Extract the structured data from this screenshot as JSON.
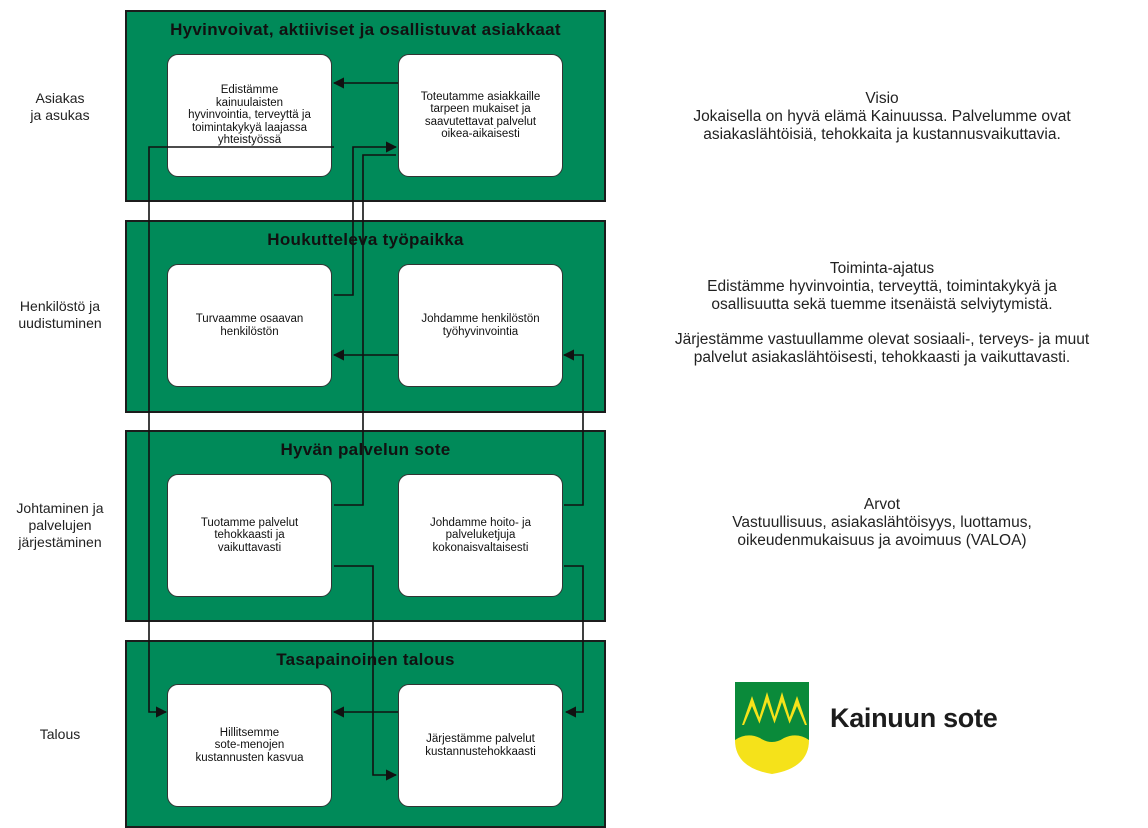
{
  "bands": [
    {
      "title": "Hyvinvoivat, aktiiviset ja osallistuvat asiakkaat",
      "left_box": "Edistämme\nkainuulaisten\nhyvinvointia, terveyttä ja\ntoimintakykyä laajassa\nyhteistyössä",
      "right_box": "Toteutamme asiakkaille\ntarpeen mukaiset ja\nsaavutettavat palvelut\noikea-aikaisesti"
    },
    {
      "title": "Houkutteleva työpaikka",
      "left_box": "Turvaamme osaavan\nhenkilöstön",
      "right_box": "Johdamme henkilöstön\ntyöhyvinvointia"
    },
    {
      "title": "Hyvän palvelun sote",
      "left_box": "Tuotamme palvelut\ntehokkaasti ja\nvaikuttavasti",
      "right_box": "Johdamme hoito- ja\npalveluketjuja\nkokonaisvaltaisesti"
    },
    {
      "title": "Tasapainoinen talous",
      "left_box": "Hillitsemme\nsote-menojen\nkustannusten kasvua",
      "right_box": "Järjestämme palvelut\nkustannustehokkaasti"
    }
  ],
  "side_labels": [
    "Asiakas\nja asukas",
    "Henkilöstö ja\nuudistuminen",
    "Johtaminen ja\npalvelujen\njärjestäminen",
    "Talous"
  ],
  "visio": {
    "heading": "Visio",
    "text": "Jokaisella on hyvä elämä Kainuussa. Palvelumme ovat\nasiakaslähtöisiä, tehokkaita ja kustannusvaikuttavia."
  },
  "toiminta_ajatus": {
    "heading": "Toiminta-ajatus",
    "text": "Edistämme hyvinvointia, terveyttä, toimintakykyä ja\nosallisuutta sekä tuemme itsenäistä selviytymistä.",
    "text2": "Järjestämme vastuullamme olevat sosiaali-, terveys- ja muut\npalvelut asiakaslähtöisesti, tehokkaasti ja vaikuttavasti."
  },
  "arvot": {
    "heading": "Arvot",
    "text": "Vastuullisuus, asiakaslähtöisyys, luottamus,\noikeudenmukaisuus ja avoimuus (VALOA)"
  },
  "logo": {
    "text": "Kainuun sote"
  },
  "colors": {
    "band_green": "#008a59",
    "logo_green": "#0a8a3a",
    "logo_yellow": "#f5e21a"
  },
  "icons": {
    "logo": "spruce-tree-coat-of-arms"
  }
}
